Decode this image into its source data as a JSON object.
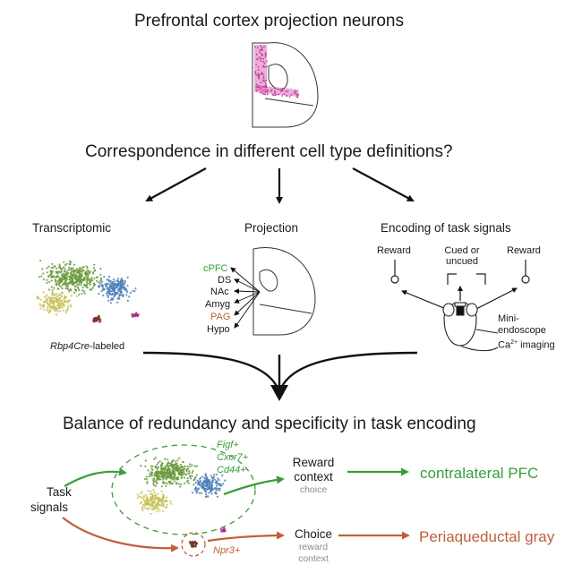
{
  "title": "Prefrontal cortex projection neurons",
  "question": "Correspondence in different cell type definitions?",
  "panels": {
    "transcriptomic": {
      "title": "Transcriptomic",
      "caption_italic": "Rbp4Cre",
      "caption_rest": "-labeled"
    },
    "projection": {
      "title": "Projection",
      "targets": [
        "cPFC",
        "DS",
        "NAc",
        "Amyg",
        "PAG",
        "Hypo"
      ]
    },
    "encoding": {
      "title": "Encoding of task signals",
      "reward_left": "Reward",
      "cue_line1": "Cued or",
      "cue_line2": "uncued",
      "reward_right": "Reward",
      "mini_line1": "Mini-",
      "mini_line2": "endoscope",
      "ca_prefix": "Ca",
      "ca_sup": "2+",
      "ca_suffix": " imaging"
    }
  },
  "conclusion": "Balance of redundancy and specificity in task encoding",
  "bottom": {
    "task_line1": "Task",
    "task_line2": "signals",
    "markers_green": [
      "Figf+",
      "Cxcr7+",
      "Cd44+"
    ],
    "marker_orange": "Npr3+",
    "reward_line1": "Reward",
    "reward_line2": "context",
    "reward_sub": "choice",
    "choice": "Choice",
    "choice_sub1": "reward",
    "choice_sub2": "context",
    "target_green": "contralateral PFC",
    "target_orange": "Periaqueductal gray"
  },
  "colors": {
    "green": "#3a9d3a",
    "orange": "#c0603a",
    "pink": "#d86ab8",
    "cluster_green": "#6a9a3c",
    "cluster_yellow": "#c9c25a",
    "cluster_blue": "#4f7fb8",
    "cluster_brown": "#7a3522",
    "cluster_magenta": "#a5308a"
  }
}
